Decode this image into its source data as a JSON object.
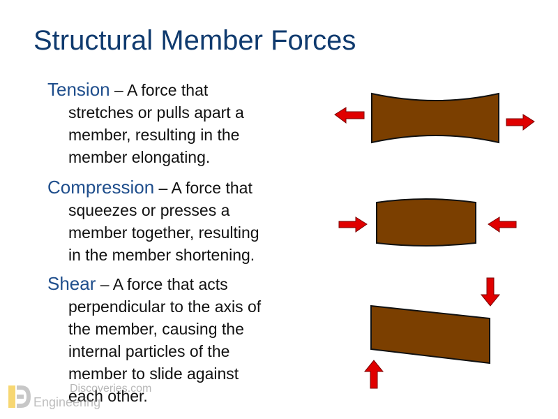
{
  "slide": {
    "title": "Structural Member Forces",
    "definitions": [
      {
        "term": "Tension",
        "dash": " – ",
        "lines": [
          "A force that",
          "stretches or pulls apart a",
          "member, resulting in the",
          "member elongating."
        ]
      },
      {
        "term": "Compression",
        "dash": " – ",
        "lines": [
          "A force that",
          "squeezes or presses a",
          "member together, resulting",
          "in the member shortening."
        ]
      },
      {
        "term": "Shear",
        "dash": " – ",
        "lines": [
          "A force that acts",
          "perpendicular to the axis of",
          "the member, causing the",
          "internal particles of the",
          "member to slide against",
          "each other."
        ]
      }
    ]
  },
  "watermark": {
    "top_text": "Discoveries.com",
    "bottom_text": "Engineering"
  },
  "colors": {
    "title": "#0F3A6E",
    "term": "#1F4E8C",
    "member_fill": "#7B3F00",
    "arrow_fill": "#E00000"
  }
}
